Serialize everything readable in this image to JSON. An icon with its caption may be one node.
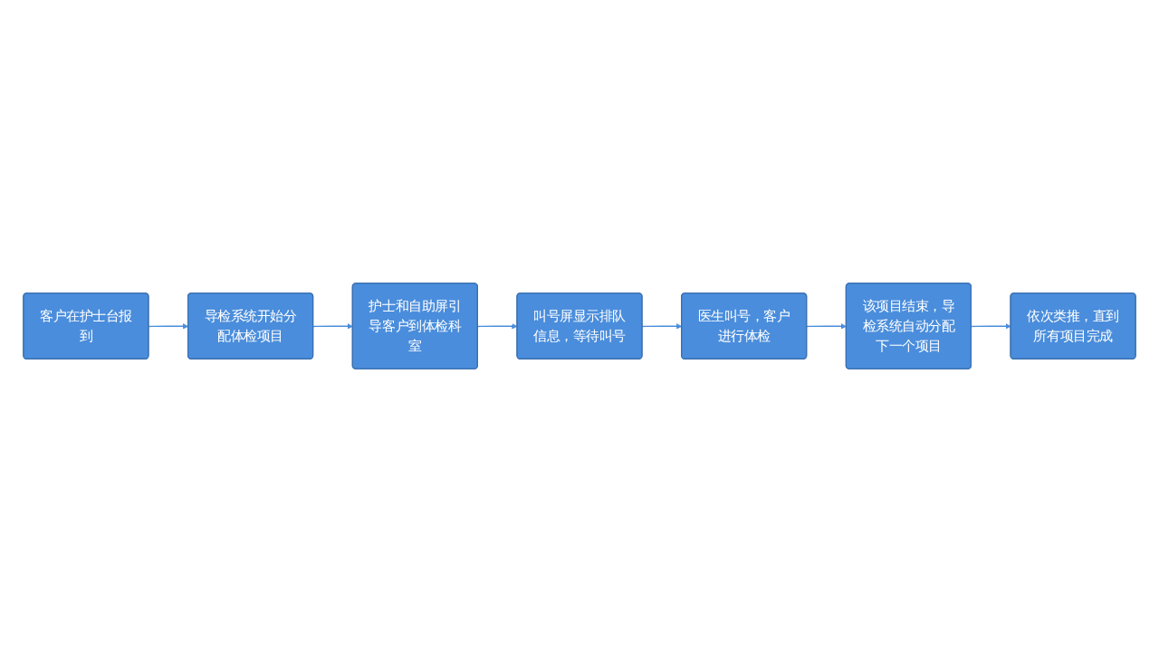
{
  "diagram": {
    "nodes": [
      {
        "text": [
          "客户在护士台报到"
        ]
      },
      {
        "text": [
          "导检系统开始分配体检项目"
        ]
      },
      {
        "text": [
          "护士和自助屏引导客户到体检科室"
        ]
      },
      {
        "text": [
          "叫号屏显示排队信息，等待叫号"
        ]
      },
      {
        "text": [
          "医生叫号，客户进行体检"
        ]
      },
      {
        "text": [
          "该项目结束，导检系统自动分配下一个项目"
        ]
      },
      {
        "text": [
          "依次类推，直到所有项目完成"
        ]
      }
    ],
    "edges": [
      {
        "from": 0,
        "to": 1,
        "arrow": "to"
      },
      {
        "from": 1,
        "to": 2,
        "arrow": "to"
      },
      {
        "from": 2,
        "to": 3,
        "arrow": "to"
      },
      {
        "from": 3,
        "to": 4,
        "arrow": "to"
      },
      {
        "from": 4,
        "to": 5,
        "arrow": "to"
      },
      {
        "from": 5,
        "to": 6,
        "arrow": "to"
      }
    ]
  }
}
